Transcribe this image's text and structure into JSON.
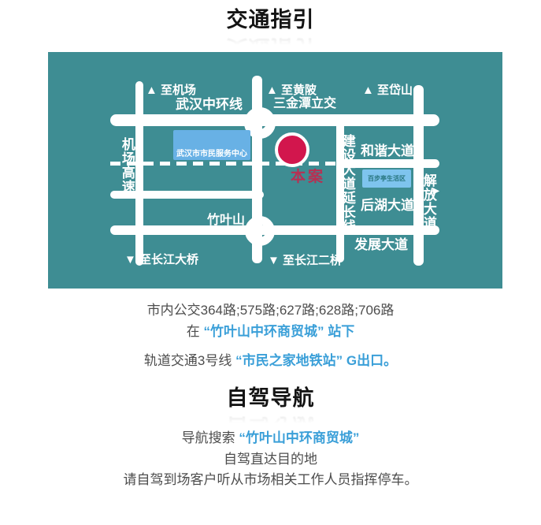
{
  "sections": {
    "transit_title": "交通指引",
    "driving_title": "自驾导航"
  },
  "transit_info": {
    "bus_routes": "市内公交364路;575路;627路;628路;706路",
    "stop_prefix": "在",
    "stop_highlight": "“竹叶山中环商贸城” 站下",
    "metro_prefix": "轨道交通3号线",
    "metro_highlight": "“市民之家地铁站” G出口。"
  },
  "driving_info": {
    "search_prefix": "导航搜索",
    "search_highlight": "“竹叶山中环商贸城”",
    "direct_line": "自驾直达目的地",
    "parking_line": "请自驾到场客户听从市场相关工作人员指挥停车。"
  },
  "map": {
    "labels": {
      "to_airport": "▲ 至机场",
      "zhonghuan_road": "武汉中环线",
      "to_huangpi": "▲ 至黄陂",
      "sanjintan_interchange": "三金潭立交",
      "to_daishan": "▲ 至岱山",
      "airport_expressway": "机场高速",
      "service_center": "武汉市市民服务中心",
      "hexie_avenue": "和谐大道",
      "jianshe_extension": "建设大道延长线",
      "baibuting_area": "百步亭生活区",
      "jiefang_avenue": "解放大道",
      "jiefang_arrow": "▶",
      "houhu_avenue": "后湖大道",
      "fazhan_avenue": "发展大道",
      "zhuyeshan": "竹叶山",
      "to_changjiang_bridge1": "▼ 至长江大桥",
      "to_changjiang_bridge2": "▼ 至长江二桥",
      "site_marker": "本案"
    },
    "colors": {
      "map_background": "#3e8d93",
      "road": "#ffffff",
      "site_marker_red": "#d2164d",
      "site_text_red": "#b73053",
      "service_center_box": "#68b1e5",
      "baibuting_box": "#7ec4ee",
      "baibuting_text": "#25747c",
      "accent_blue": "#3a9fd8",
      "body_text": "#4d4d4d"
    }
  }
}
